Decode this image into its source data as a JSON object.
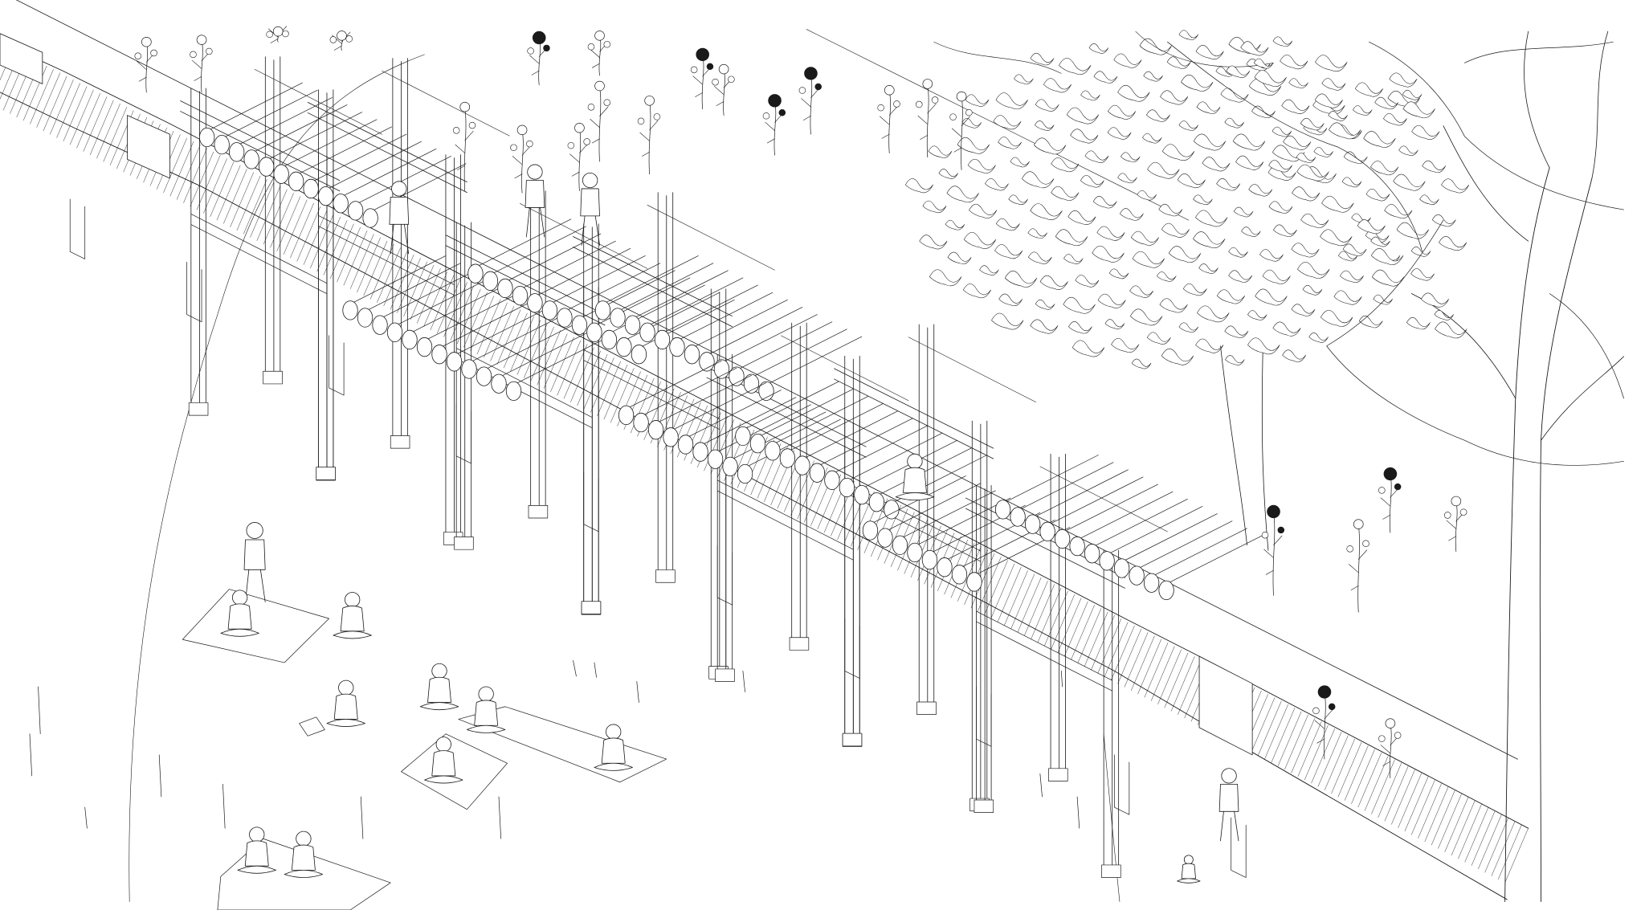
{
  "drawing": {
    "style": "axonometric line drawing",
    "line_color": "#1a1a1a",
    "background_color": "#ffffff"
  },
  "boardwalk": {
    "icon": "boardwalk-deck-icon",
    "frame_bays": 7,
    "log_roofs": 5
  },
  "people": {
    "icon": "person-figure-icon",
    "count": 16
  },
  "picnic_blankets": {
    "icon": "blanket-icon",
    "count": 4
  },
  "flowers": {
    "icon": "flower-icon",
    "count": 24
  },
  "trees": {
    "icon": "tree-icon",
    "count": 2
  }
}
